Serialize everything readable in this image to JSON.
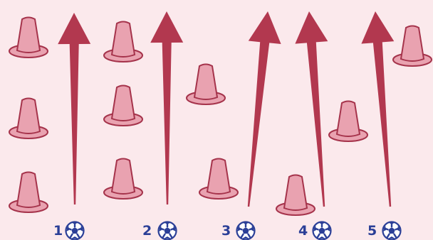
{
  "diagram": {
    "colors": {
      "background": "#fbe9ec",
      "arrow": "#b2384f",
      "cone_fill": "#e9a2b0",
      "cone_outline": "#a5334b",
      "ball": "#2b3f97",
      "number": "#2b3f97"
    },
    "lanes": [
      {
        "number": "1",
        "icon": "soccer-ball-icon"
      },
      {
        "number": "2",
        "icon": "soccer-ball-icon"
      },
      {
        "number": "3",
        "icon": "soccer-ball-icon"
      },
      {
        "number": "4",
        "icon": "soccer-ball-icon"
      },
      {
        "number": "5",
        "icon": "soccer-ball-icon"
      }
    ],
    "cone_icon": "traffic-cone-icon",
    "arrow_icon": "arrow-up-icon"
  }
}
